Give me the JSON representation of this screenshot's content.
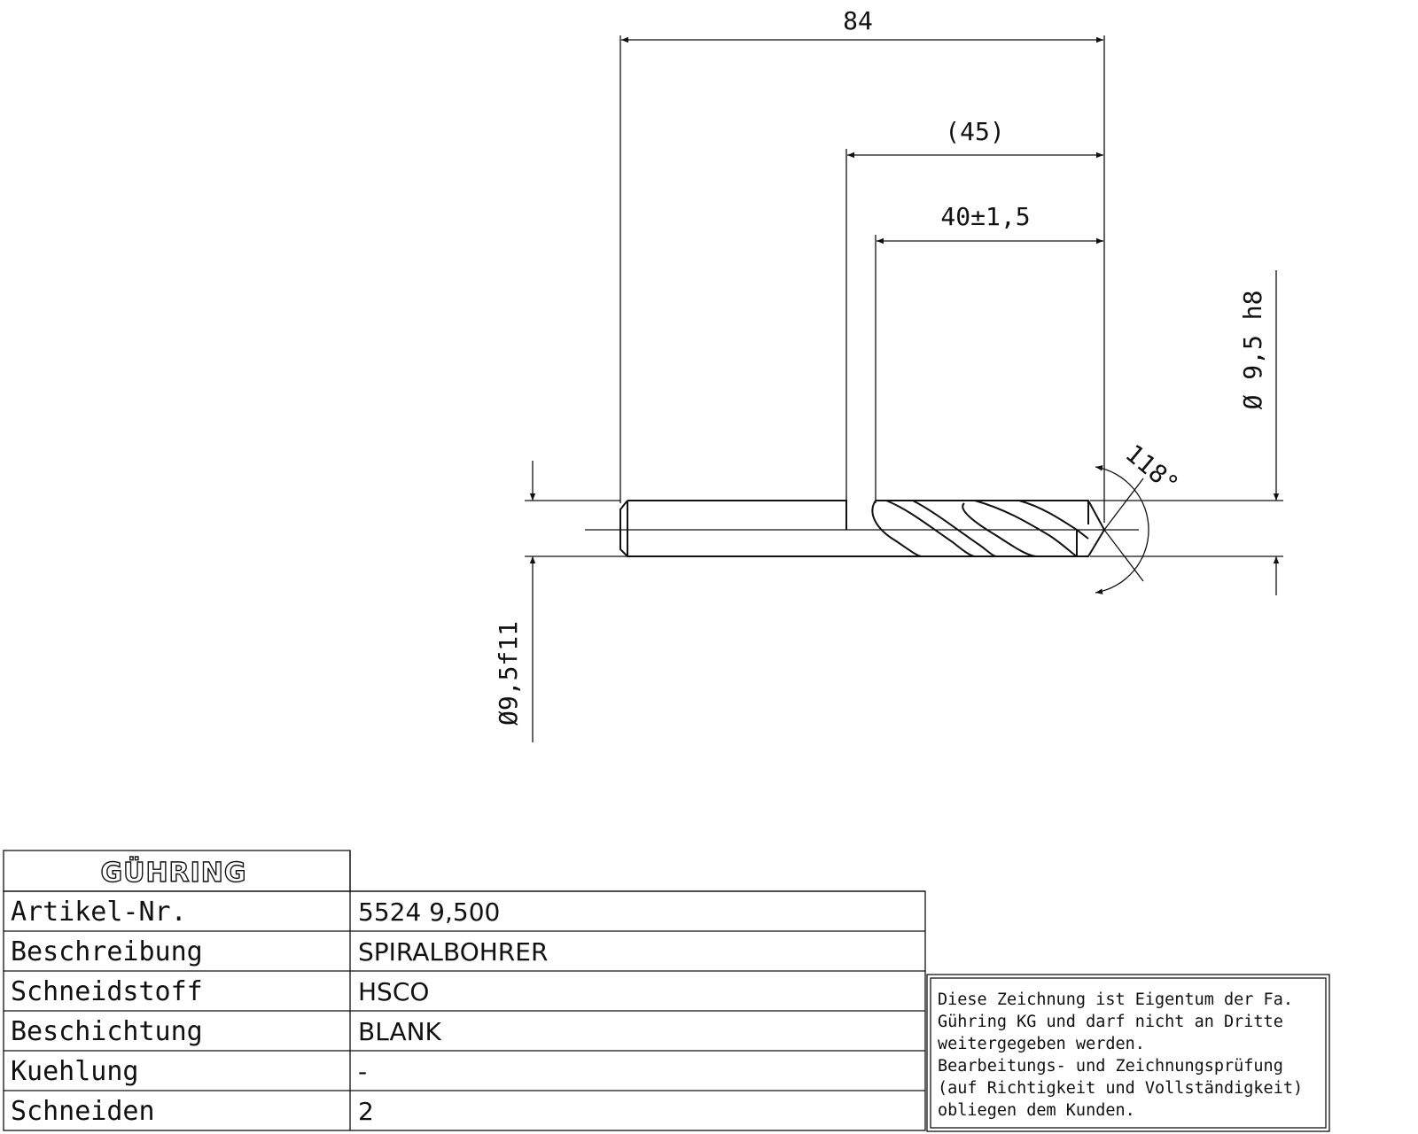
{
  "dimensions": {
    "total_length": "84",
    "shank_ref": "(45)",
    "flute_length": "40±1,5",
    "point_angle": "118°",
    "diameter_body": "Ø 9,5 h8",
    "diameter_shank": "Ø9,5f11"
  },
  "title_block": {
    "logo": "GÜHRING",
    "rows": [
      {
        "label": "Artikel-Nr.",
        "value": "5524 9,500"
      },
      {
        "label": "Beschreibung",
        "value": "SPIRALBOHRER"
      },
      {
        "label": "Schneidstoff",
        "value": "HSCO"
      },
      {
        "label": "Beschichtung",
        "value": "BLANK"
      },
      {
        "label": "Kuehlung",
        "value": "-"
      },
      {
        "label": "Schneiden",
        "value": "2"
      }
    ]
  },
  "notice": [
    "Diese Zeichnung ist Eigentum der Fa.",
    "Gühring KG und darf nicht an Dritte",
    "weitergegeben werden.",
    "Bearbeitungs- und Zeichnungsprüfung",
    "(auf Richtigkeit und Vollständigkeit)",
    "obliegen dem Kunden."
  ]
}
